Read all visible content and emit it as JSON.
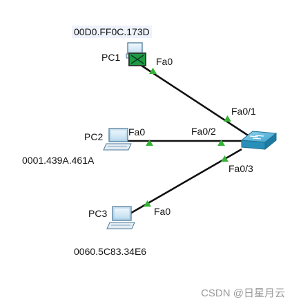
{
  "devices": {
    "pc1": {
      "name": "PC1",
      "mac": "00D0.FF0C.173D",
      "port": "Fa0"
    },
    "pc2": {
      "name": "PC2",
      "mac": "0001.439A.461A",
      "port": "Fa0"
    },
    "pc3": {
      "name": "PC3",
      "mac": "0060.5C83.34E6",
      "port": "Fa0"
    }
  },
  "switch": {
    "ports": [
      "Fa0/1",
      "Fa0/2",
      "Fa0/3"
    ]
  },
  "colors": {
    "link": "#111111",
    "link_up": "#36b336",
    "switch": "#2a8fb8",
    "monitor": "#7fa8c6"
  },
  "watermark": "CSDN @日星月云"
}
